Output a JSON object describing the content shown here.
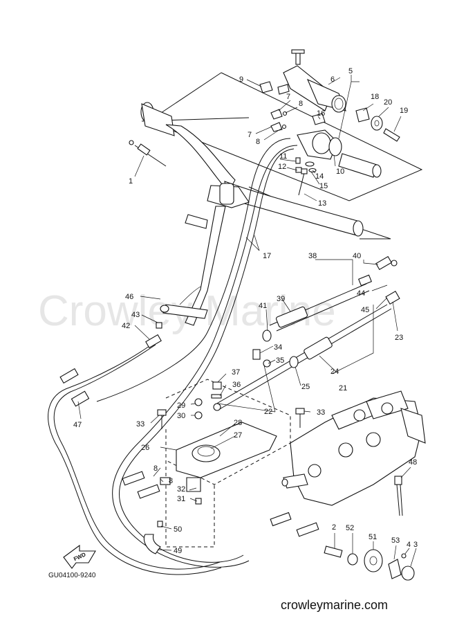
{
  "watermark": "Crowley Marine",
  "drawing_code": "GU04100-9240",
  "website": "crowleymarine.com",
  "fwd_label": "FWD",
  "callouts": [
    {
      "id": "1",
      "text": "1"
    },
    {
      "id": "2",
      "text": "2"
    },
    {
      "id": "3",
      "text": "3"
    },
    {
      "id": "4",
      "text": "4"
    },
    {
      "id": "5",
      "text": "5"
    },
    {
      "id": "6",
      "text": "6"
    },
    {
      "id": "7a",
      "text": "7"
    },
    {
      "id": "7b",
      "text": "7"
    },
    {
      "id": "8a",
      "text": "8"
    },
    {
      "id": "8b",
      "text": "8"
    },
    {
      "id": "8c",
      "text": "8"
    },
    {
      "id": "8d",
      "text": "8"
    },
    {
      "id": "9",
      "text": "9"
    },
    {
      "id": "10",
      "text": "10"
    },
    {
      "id": "11",
      "text": "11"
    },
    {
      "id": "12",
      "text": "12"
    },
    {
      "id": "13",
      "text": "13"
    },
    {
      "id": "14",
      "text": "14"
    },
    {
      "id": "15",
      "text": "15"
    },
    {
      "id": "16",
      "text": "16"
    },
    {
      "id": "17",
      "text": "17"
    },
    {
      "id": "18",
      "text": "18"
    },
    {
      "id": "19",
      "text": "19"
    },
    {
      "id": "20",
      "text": "20"
    },
    {
      "id": "21",
      "text": "21"
    },
    {
      "id": "22",
      "text": "22"
    },
    {
      "id": "23",
      "text": "23"
    },
    {
      "id": "24",
      "text": "24"
    },
    {
      "id": "25",
      "text": "25"
    },
    {
      "id": "26",
      "text": "26"
    },
    {
      "id": "27",
      "text": "27"
    },
    {
      "id": "28",
      "text": "28"
    },
    {
      "id": "29",
      "text": "29"
    },
    {
      "id": "30",
      "text": "30"
    },
    {
      "id": "31",
      "text": "31"
    },
    {
      "id": "32",
      "text": "32"
    },
    {
      "id": "33a",
      "text": "33"
    },
    {
      "id": "33b",
      "text": "33"
    },
    {
      "id": "34",
      "text": "34"
    },
    {
      "id": "35",
      "text": "35"
    },
    {
      "id": "36",
      "text": "36"
    },
    {
      "id": "37",
      "text": "37"
    },
    {
      "id": "38",
      "text": "38"
    },
    {
      "id": "39",
      "text": "39"
    },
    {
      "id": "40",
      "text": "40"
    },
    {
      "id": "41",
      "text": "41"
    },
    {
      "id": "42",
      "text": "42"
    },
    {
      "id": "43",
      "text": "43"
    },
    {
      "id": "44",
      "text": "44"
    },
    {
      "id": "45",
      "text": "45"
    },
    {
      "id": "46",
      "text": "46"
    },
    {
      "id": "47",
      "text": "47"
    },
    {
      "id": "48",
      "text": "48"
    },
    {
      "id": "49",
      "text": "49"
    },
    {
      "id": "50",
      "text": "50"
    },
    {
      "id": "51",
      "text": "51"
    },
    {
      "id": "52",
      "text": "52"
    },
    {
      "id": "53",
      "text": "53"
    }
  ]
}
